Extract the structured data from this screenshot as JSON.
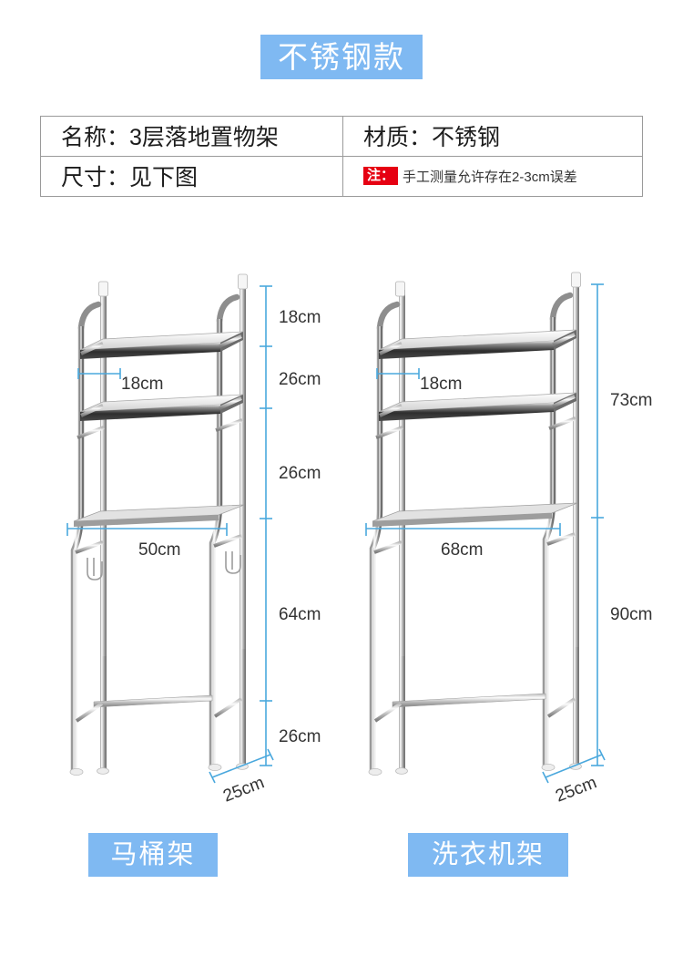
{
  "header": {
    "title": "不锈钢款",
    "banner_color": "#7fb9f2",
    "text_color": "#ffffff"
  },
  "spec_table": {
    "rows": [
      {
        "left_label": "名称：",
        "left_value": "3层落地置物架",
        "left_full": "名称：3层落地置物架",
        "right_label": "材质：",
        "right_value": "不锈钢",
        "right_full": "材质：不锈钢"
      },
      {
        "left_label": "尺寸：",
        "left_value": "见下图",
        "left_full": "尺寸：见下图",
        "note_badge": "注：",
        "note_text": "手工测量允许存在2-3cm误差",
        "note_badge_color": "#e60012"
      }
    ],
    "border_color": "#9a9a9a"
  },
  "diagram": {
    "dimension_line_color": "#4aa8dd",
    "label_color": "#333333",
    "left_rack": {
      "name": "马桶架",
      "vertical_dims": [
        "18cm",
        "26cm",
        "26cm",
        "64cm",
        "26cm"
      ],
      "shelf_depth": "18cm",
      "width": "50cm",
      "depth": "25cm"
    },
    "right_rack": {
      "name": "洗衣机架",
      "upper_height": "73cm",
      "lower_height": "90cm",
      "shelf_depth": "18cm",
      "width": "68cm",
      "depth": "25cm"
    }
  },
  "captions": {
    "left": "马桶架",
    "right": "洗衣机架",
    "banner_color": "#7fb9f2"
  }
}
